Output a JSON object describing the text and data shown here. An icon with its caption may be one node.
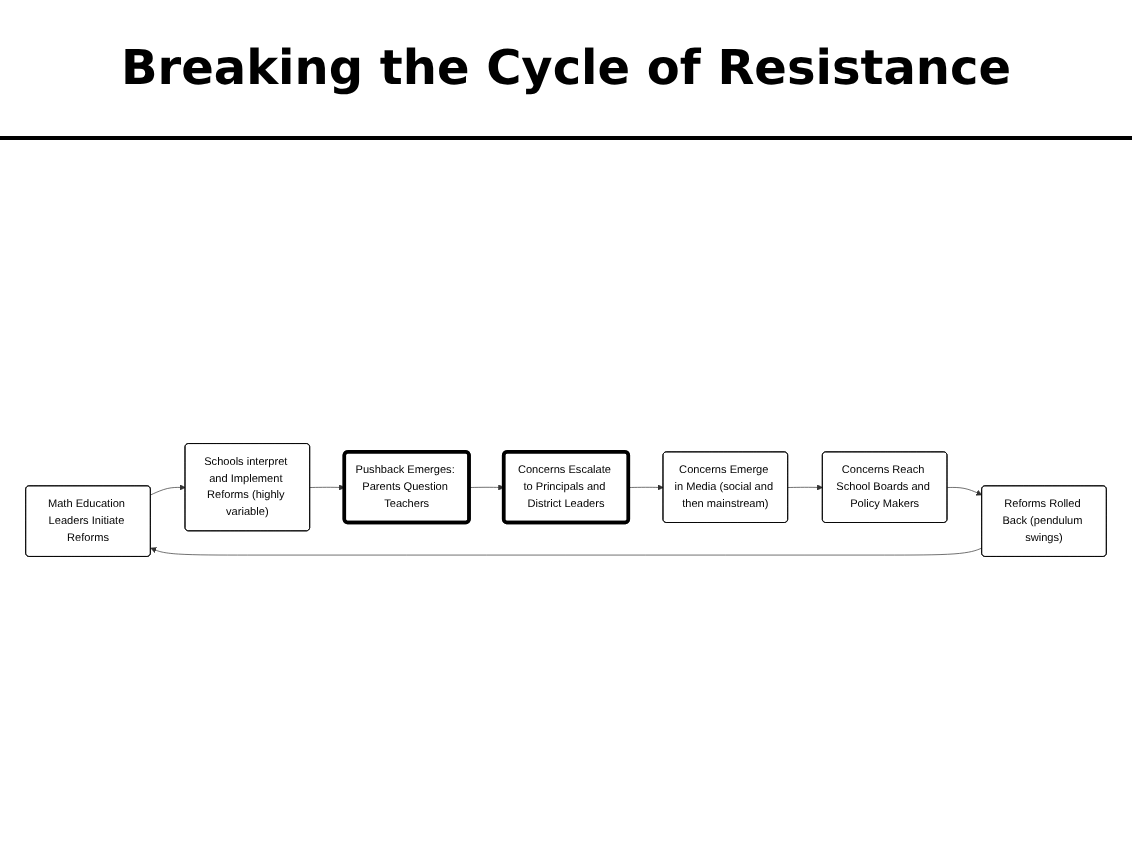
{
  "diagram": {
    "title": "Breaking the Cycle of Resistance",
    "nodes": [
      {
        "text": [
          "Math Education Leaders Initiate Reforms"
        ]
      },
      {
        "text": [
          "Schools interpret and Implement Reforms (highly variable)"
        ]
      },
      {
        "text": [
          "Pushback Emerges: Parents Question Teachers"
        ]
      },
      {
        "text": [
          "Concerns Escalate to Principals and District Leaders"
        ]
      },
      {
        "text": [
          "Concerns Emerge in Media (social and then mainstream)"
        ]
      },
      {
        "text": [
          "Concerns Reach School Boards and Policy Makers"
        ]
      },
      {
        "text": [
          "Reforms Rolled Back (pendulum swings)"
        ]
      }
    ],
    "edges": [
      {
        "from": 0,
        "to": 1,
        "arrow": "to"
      },
      {
        "from": 1,
        "to": 2,
        "arrow": "to"
      },
      {
        "from": 2,
        "to": 3,
        "arrow": "to"
      },
      {
        "from": 3,
        "to": 4,
        "arrow": "to"
      },
      {
        "from": 4,
        "to": 5,
        "arrow": "to"
      },
      {
        "from": 5,
        "to": 6,
        "arrow": "to"
      },
      {
        "from": 6,
        "to": 0,
        "arrow": "to"
      }
    ]
  }
}
